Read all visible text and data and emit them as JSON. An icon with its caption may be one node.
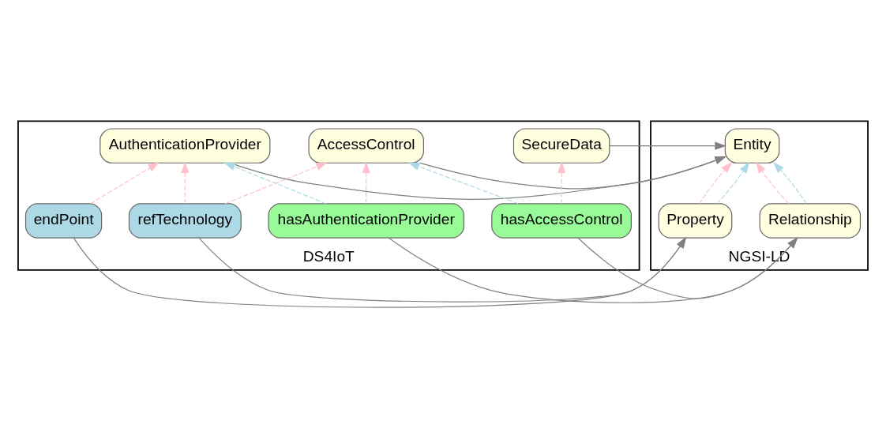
{
  "diagram": {
    "nodes": [
      {
        "text": [
          "DS4IoT"
        ]
      },
      {
        "text": [
          "AuthenticationProvider"
        ],
        "in": 0
      },
      {
        "text": [
          "AccessControl"
        ],
        "in": 0
      },
      {
        "text": [
          "SecureData"
        ],
        "in": 0
      },
      {
        "text": [
          "hasAuthenticationProvider"
        ],
        "in": 0
      },
      {
        "text": [
          "hasAccessControl"
        ],
        "in": 0
      },
      {
        "text": [
          "endPoint"
        ],
        "in": 0
      },
      {
        "text": [
          "refTechnology"
        ],
        "in": 0
      },
      {
        "text": [
          "NGSI-LD"
        ]
      },
      {
        "text": [
          "Entity"
        ],
        "in": 8
      },
      {
        "text": [
          "Relationship"
        ],
        "in": 8
      },
      {
        "text": [
          "Property"
        ],
        "in": 8
      }
    ],
    "edges": [
      {
        "from": 1,
        "to": 9,
        "arrow": "to"
      },
      {
        "from": 2,
        "to": 9,
        "arrow": "to"
      },
      {
        "from": 3,
        "to": 9,
        "arrow": "to"
      },
      {
        "from": 4,
        "to": 10,
        "arrow": "to"
      },
      {
        "from": 5,
        "to": 10,
        "arrow": "to"
      },
      {
        "from": 6,
        "to": 11,
        "arrow": "to"
      },
      {
        "from": 7,
        "to": 11,
        "arrow": "to"
      },
      {
        "from": 4,
        "to": 1,
        "arrow": "to",
        "style": "dashed",
        "color": "#add8e6"
      },
      {
        "from": 4,
        "to": 2,
        "arrow": "to",
        "style": "dashed",
        "color": "#ffc0cb"
      },
      {
        "from": 5,
        "to": 2,
        "arrow": "to",
        "style": "dashed",
        "color": "#add8e6"
      },
      {
        "from": 5,
        "to": 3,
        "arrow": "to",
        "style": "dashed",
        "color": "#ffc0cb"
      },
      {
        "from": 6,
        "to": 1,
        "arrow": "to",
        "style": "dashed",
        "color": "#ffc0cb"
      },
      {
        "from": 7,
        "to": 1,
        "arrow": "to",
        "style": "dashed",
        "color": "#ffc0cb"
      },
      {
        "from": 7,
        "to": 2,
        "arrow": "to",
        "style": "dashed",
        "color": "#ffc0cb"
      },
      {
        "from": 10,
        "to": 9,
        "arrow": "to",
        "style": "dashed",
        "color": "#ffc0cb"
      },
      {
        "from": 10,
        "to": 9,
        "arrow": "to",
        "style": "dashed",
        "color": "#add8e6"
      },
      {
        "from": 11,
        "to": 9,
        "arrow": "to",
        "style": "dashed",
        "color": "#ffc0cb"
      },
      {
        "from": 11,
        "to": 9,
        "arrow": "to",
        "style": "dashed",
        "color": "#add8e6"
      }
    ]
  }
}
